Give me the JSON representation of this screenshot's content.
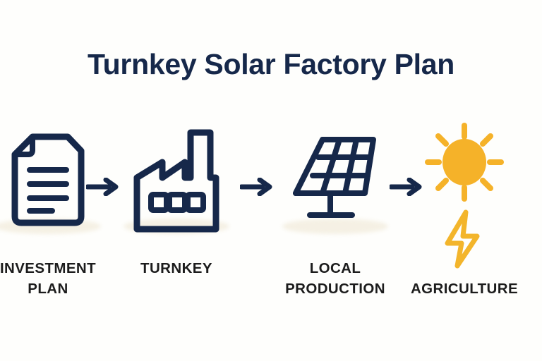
{
  "page": {
    "title": "Turnkey Solar Factory Plan",
    "background_color": "#fefefc",
    "title_color": "#16284a",
    "label_color": "#1c1c1c",
    "icon_stroke_color": "#16284a",
    "accent_color": "#f5b229"
  },
  "flow": {
    "arrow_label": "arrow",
    "steps": [
      {
        "id": "investment-plan",
        "icon": "document-icon",
        "label_line1": "INVESTMENT",
        "label_line2": "PLAN",
        "label": "INVESTMENT PLAN"
      },
      {
        "id": "turnkey",
        "icon": "factory-icon",
        "label_line1": "TURNKEY",
        "label_line2": "",
        "label": "TURNKEY"
      },
      {
        "id": "local-production",
        "icon": "solar-panel-icon",
        "label_line1": "LOCAL",
        "label_line2": "PRODUCTION",
        "label": "LOCAL PRODUCTION"
      },
      {
        "id": "agriculture",
        "icon": "sun-bolt-icon",
        "label_line1": "",
        "label_line2": "AGRICULTURE",
        "label": "AGRICULTURE"
      }
    ]
  }
}
